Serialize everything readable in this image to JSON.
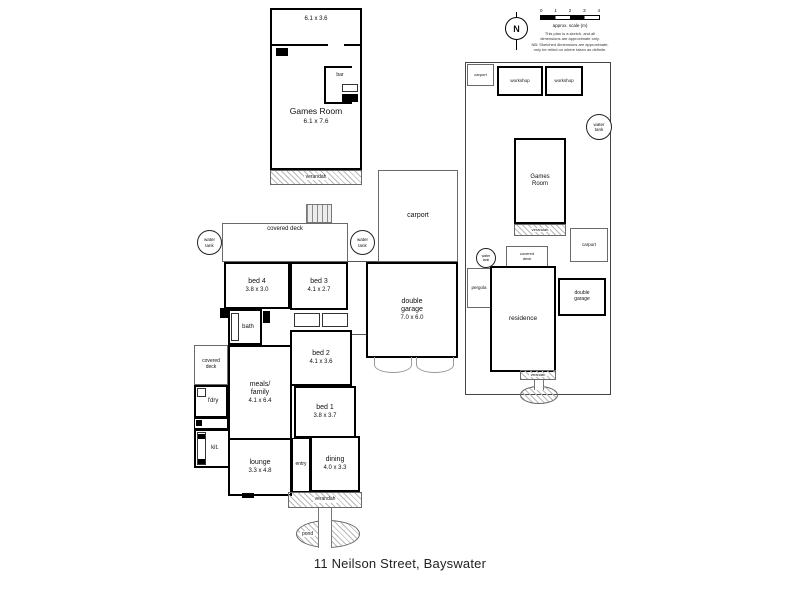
{
  "footer": {
    "title": "11 Neilson Street, Bayswater"
  },
  "compass": {
    "letter": "N"
  },
  "scale_bar": {
    "ticks": [
      "0",
      "1",
      "2",
      "3",
      "4"
    ],
    "caption": "approx. scale (m)",
    "disclaimer": "This plan is a sketch, and all\ndimensions are approximate only.\nNB: Sketched dimensions are approximate;\nonly be relied on where taken as definite."
  },
  "games_building": {
    "store_dim": "6.1 x 3.6",
    "bar": "bar",
    "name": "Games Room",
    "dim": "6.1 x 7.6",
    "verandah": "verandah"
  },
  "site_plan": {
    "carport_top": "carport",
    "workshops": [
      "workshop",
      "workshop"
    ],
    "water_tank_right": "water\ntank",
    "games_room": "Games\nRoom",
    "games_verandah": "verandah",
    "carport_mid": "carport",
    "covered_deck": "covered\ndeck",
    "water_tank_left": "water\ntank",
    "pergola": "pergola",
    "residence": "residence",
    "double_garage": "double\ngarage",
    "verandah": "verandah"
  },
  "floor_plan": {
    "covered_deck": "covered deck",
    "water_tank_left": "water\ntank",
    "water_tank_right": "water\ntank",
    "carport": "carport",
    "double_garage": {
      "name": "double\ngarage",
      "dim": "7.0 x 6.0"
    },
    "bed4": {
      "name": "bed 4",
      "dim": "3.8 x 3.0"
    },
    "bed3": {
      "name": "bed 3",
      "dim": "4.1 x 2.7"
    },
    "bath": "bath",
    "bed2": {
      "name": "bed 2",
      "dim": "4.1 x 3.6"
    },
    "meals_family": {
      "name": "meals/\nfamily",
      "dim": "4.1 x 6.4"
    },
    "covered_deck_small": "covered\ndeck",
    "laundry": "l'dry",
    "kitchen": "kit.",
    "bed1": {
      "name": "bed 1",
      "dim": "3.8 x 3.7"
    },
    "lounge": {
      "name": "lounge",
      "dim": "3.3 x 4.8"
    },
    "entry": "entry",
    "dining": {
      "name": "dining",
      "dim": "4.0 x 3.3"
    },
    "verandah": "verandah",
    "pond": "pond"
  }
}
